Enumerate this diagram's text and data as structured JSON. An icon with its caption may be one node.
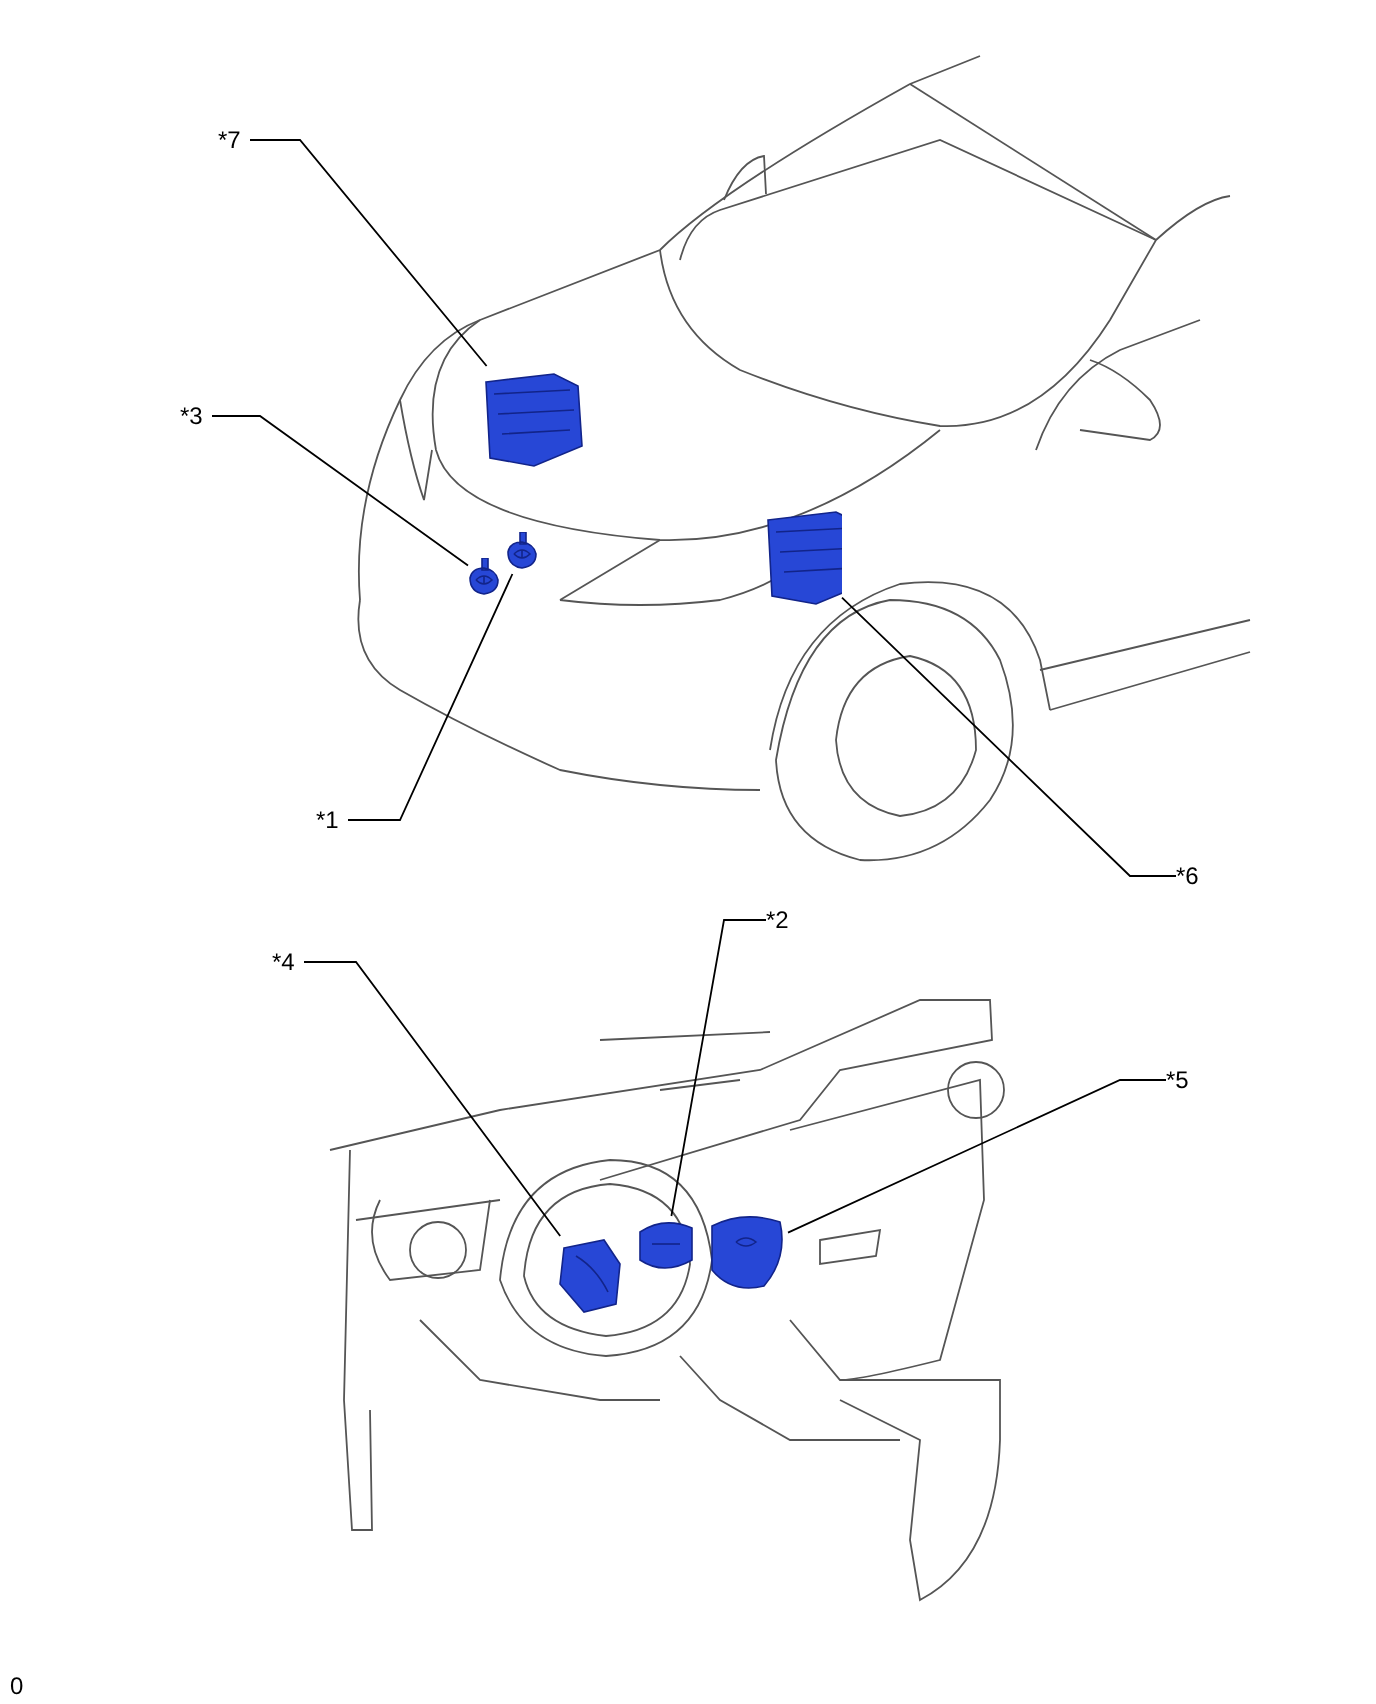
{
  "diagram": {
    "nodes": [
      {
        "text": [
          "*7"
        ]
      },
      {
        "text": [
          "*3"
        ]
      },
      {
        "text": [
          "*1"
        ]
      },
      {
        "text": [
          "*6"
        ]
      },
      {
        "text": [
          "*4"
        ]
      },
      {
        "text": [
          "*2"
        ]
      },
      {
        "text": [
          "*5"
        ]
      },
      {
        "text": [],
        "shape": "picture"
      },
      {
        "text": [],
        "shape": "picture"
      },
      {
        "text": [],
        "shape": "picture"
      },
      {
        "text": [],
        "shape": "picture"
      },
      {
        "text": [],
        "shape": "picture"
      },
      {
        "text": [],
        "shape": "picture"
      },
      {
        "text": [],
        "shape": "picture"
      }
    ],
    "edges": [
      {
        "from": 0,
        "to": 7,
        "arrow": "none"
      },
      {
        "from": 1,
        "to": 8,
        "arrow": "none"
      },
      {
        "from": 2,
        "to": 9,
        "arrow": "none"
      },
      {
        "from": 3,
        "to": 10,
        "arrow": "none"
      },
      {
        "from": 4,
        "to": 11,
        "arrow": "none"
      },
      {
        "from": 5,
        "to": 12,
        "arrow": "none"
      },
      {
        "from": 6,
        "to": 13,
        "arrow": "none"
      }
    ],
    "labels": [
      "0"
    ]
  }
}
